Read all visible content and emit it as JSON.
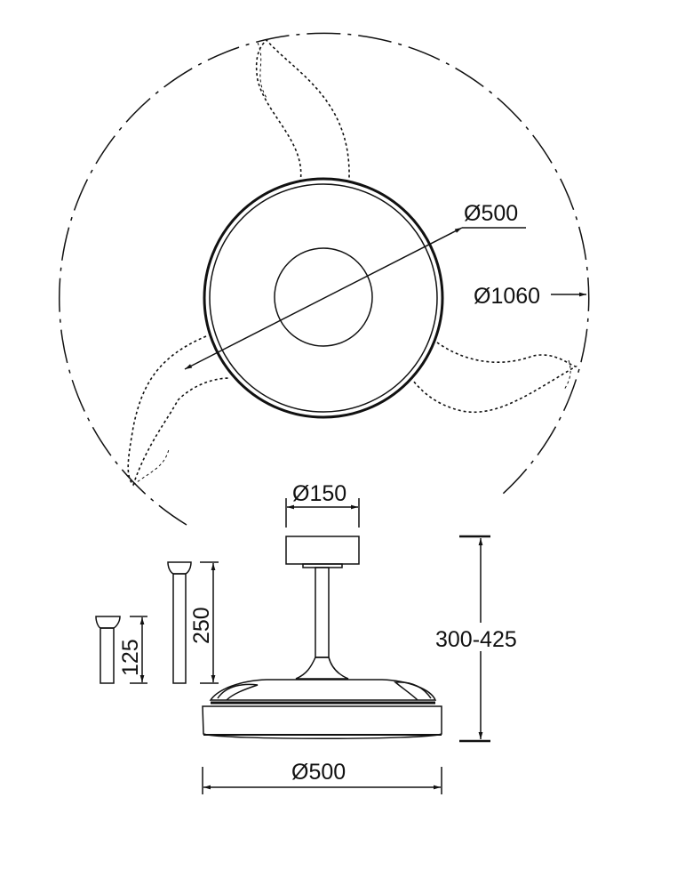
{
  "top_view": {
    "body_diameter_label": "Ø500",
    "blade_span_label": "Ø1060"
  },
  "side_view": {
    "canopy_diameter_label": "Ø150",
    "height_range_label": "300-425",
    "body_diameter_label": "Ø500",
    "downrod_short_label": "125",
    "downrod_long_label": "250"
  },
  "colors": {
    "line": "#111111",
    "background": "#ffffff"
  }
}
